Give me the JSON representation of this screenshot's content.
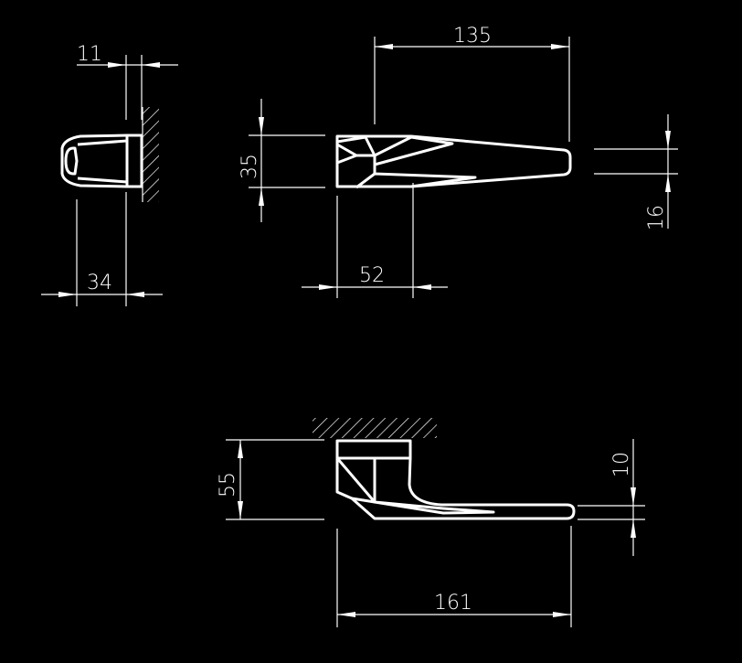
{
  "drawing": {
    "side_view": {
      "dim_rose_thickness": "11",
      "dim_depth": "34"
    },
    "top_view": {
      "dim_length": "135",
      "dim_root_width": "35",
      "dim_rose_offset": "52",
      "dim_tip_width": "16"
    },
    "front_view": {
      "dim_height": "55",
      "dim_tip_thickness": "10",
      "dim_total_length": "161"
    },
    "colors": {
      "background": "#000000",
      "lines": "#ffffff"
    }
  }
}
